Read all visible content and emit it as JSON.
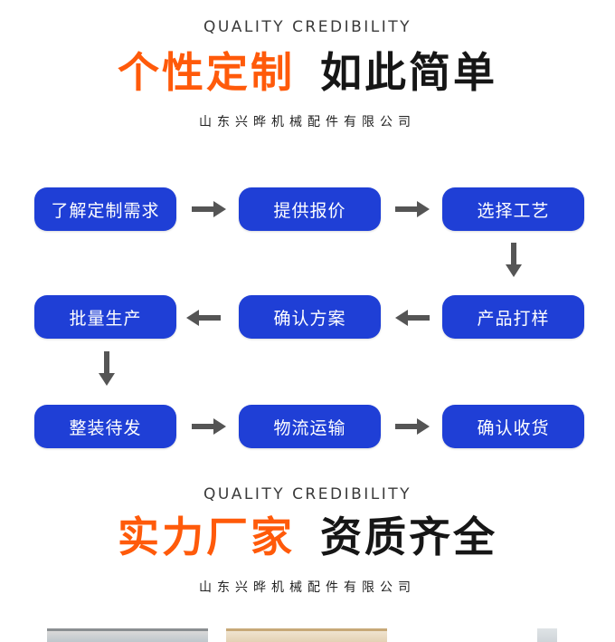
{
  "section1": {
    "tagline": "QUALITY CREDIBILITY",
    "headline_accent": "个性定制",
    "headline_dark": "如此简单",
    "company": "山东兴晔机械配件有限公司"
  },
  "steps": {
    "s1": "了解定制需求",
    "s2": "提供报价",
    "s3": "选择工艺",
    "s4": "产品打样",
    "s5": "确认方案",
    "s6": "批量生产",
    "s7": "整装待发",
    "s8": "物流运输",
    "s9": "确认收货"
  },
  "section2": {
    "tagline": "QUALITY CREDIBILITY",
    "headline_accent": "实力厂家",
    "headline_dark": "资质齐全",
    "company": "山东兴晔机械配件有限公司"
  },
  "colors": {
    "accent": "#ff5a0a",
    "dark": "#161616",
    "step_blue": "#1f3fd6",
    "arrow_gray": "#555555"
  },
  "icons": {
    "arrow_right": "arrow-right-icon",
    "arrow_left": "arrow-left-icon",
    "arrow_down": "arrow-down-icon"
  }
}
